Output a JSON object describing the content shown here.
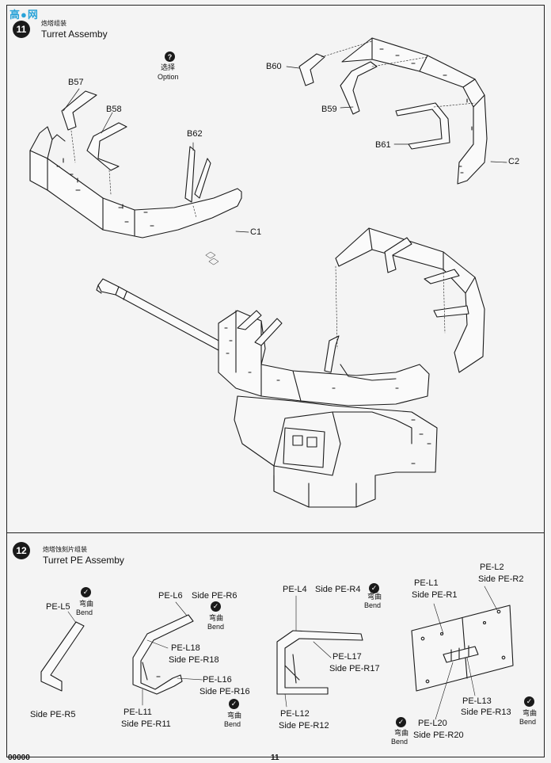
{
  "watermark": {
    "text": "高●网"
  },
  "step11": {
    "number": "11",
    "title_cn": "炮塔组装",
    "title_en": "Turret Assemby"
  },
  "option": {
    "icon": "?",
    "cn": "选择",
    "en": "Option"
  },
  "step11_labels": {
    "b57": "B57",
    "b58": "B58",
    "b62": "B62",
    "c1": "C1",
    "b60": "B60",
    "b59": "B59",
    "b61": "B61",
    "c2": "C2"
  },
  "step12": {
    "number": "12",
    "title_cn": "炮塔蚀刻片组装",
    "title_en": "Turret PE Assemby"
  },
  "bend": {
    "cn": "弯曲",
    "en": "Bend",
    "icon": "✓"
  },
  "step12_labels": {
    "pe_l5": "PE-L5",
    "side_pe_r5": "Side PE-R5",
    "pe_l6": "PE-L6",
    "side_pe_r6": "Side PE-R6",
    "pe_l18": "PE-L18",
    "side_pe_r18": "Side PE-R18",
    "pe_l16": "PE-L16",
    "side_pe_r16": "Side PE-R16",
    "pe_l11": "PE-L11",
    "side_pe_r11": "Side PE-R11",
    "pe_l4": "PE-L4",
    "side_pe_r4": "Side PE-R4",
    "pe_l17": "PE-L17",
    "side_pe_r17": "Side PE-R17",
    "pe_l12": "PE-L12",
    "side_pe_r12": "Side PE-R12",
    "pe_l1": "PE-L1",
    "side_pe_r1": "Side PE-R1",
    "pe_l2": "PE-L2",
    "side_pe_r2": "Side PE-R2",
    "pe_l13": "PE-L13",
    "side_pe_r13": "Side PE-R13",
    "pe_l20": "PE-L20",
    "side_pe_r20": "Side PE-R20"
  },
  "footer": {
    "left": "00000",
    "page": "11"
  }
}
